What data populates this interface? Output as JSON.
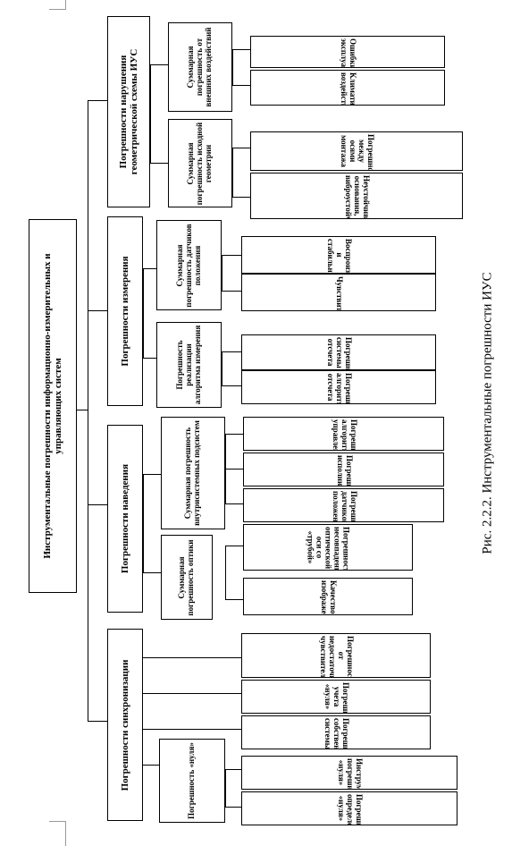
{
  "root": "Инструментальные погрешности информационно-измерительных и управляющих систем",
  "groups": [
    "Погрешности нарушения геометрической схемы ИУС",
    "Погрешности измерения",
    "Погрешности наведения",
    "Погрешности синхронизации"
  ],
  "subgroups": {
    "geom_external": "Суммарная погрешность от внешних воздействий",
    "geom_initial": "Суммарная погрешность исходной геометрии",
    "meas_pos": "Суммарная погрешность датчиков положения",
    "meas_alg": "Погрешность реализации алгоритма измерения",
    "aim_internal": "Суммарная погрешность внутрисистемных подсистем",
    "aim_optics": "Суммарная погрешность оптики",
    "sync_null": "Погрешность «нуля»"
  },
  "leaves": {
    "operation": "Ошибки эксплуатации",
    "climate": "Климатические воздействия",
    "between_channels": "Погрешность между осями монтажа",
    "instability": "Неустойчивость основания, виброустойчивость",
    "reproducibility": "Воспроизводимость и стабильность",
    "sensitivity": "Чувствительность",
    "ref_system": "Погрешность системы отсчета",
    "alg_reading": "Погрешность алгоритма отсчета",
    "alg_control": "Погрешность алгоритма управления",
    "executives": "Погрешность исполнительных",
    "sensors_pos": "Погрешность датчиков положения",
    "axis_mismatch": "Погрешность несовпадения оптической оси со «трубой»",
    "image_quality": "Качество изображения",
    "insufficient": "Погрешность от недостаточной чувствительности",
    "account_null": "Погрешность учета «нуля»",
    "own_system": "Погрешность собственной системы",
    "instrumental_null": "Инструментальная погрешность «нуля»",
    "null_definition": "Погрешность определения «нуля»"
  },
  "caption": "Рис. 2.2.2. Инструментальные погрешности ИУС"
}
